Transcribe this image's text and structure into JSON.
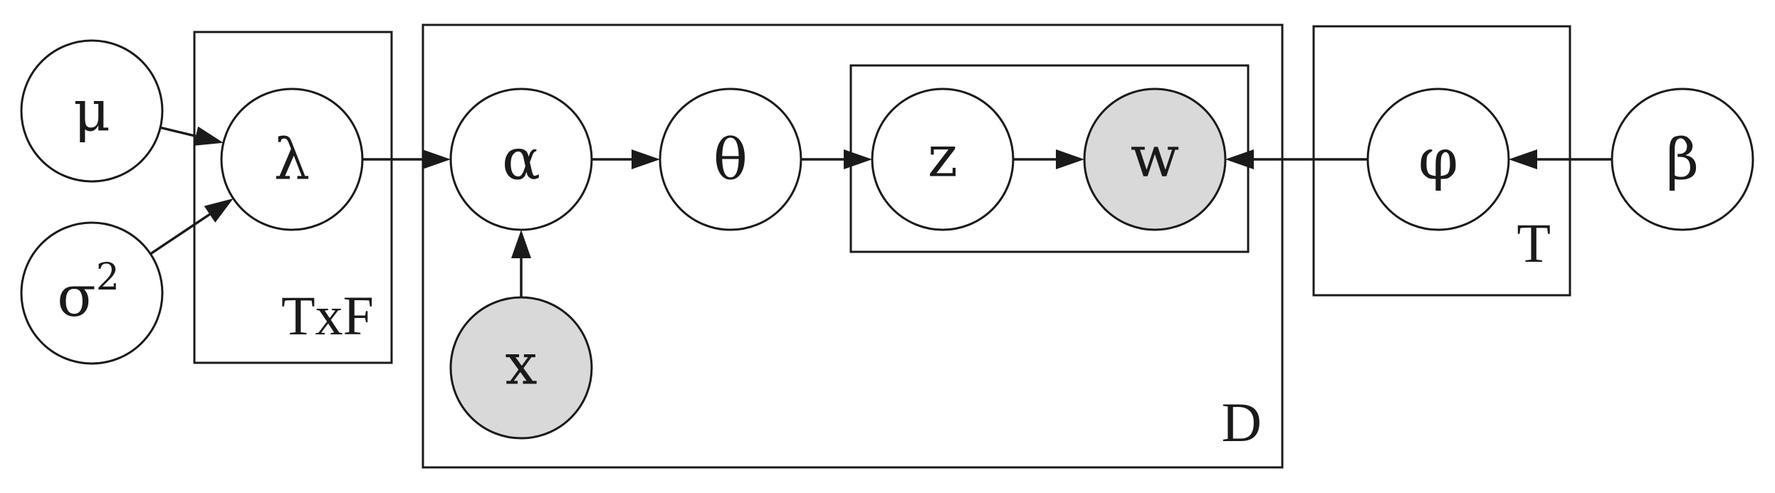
{
  "nodes": {
    "mu": {
      "label": "μ",
      "observed": false
    },
    "sigma2": {
      "label": "σ",
      "superscript": "2",
      "observed": false
    },
    "lambda": {
      "label": "λ",
      "observed": false
    },
    "alpha": {
      "label": "α",
      "observed": false
    },
    "x": {
      "label": "x",
      "observed": true
    },
    "theta": {
      "label": "θ",
      "observed": false
    },
    "z": {
      "label": "z",
      "observed": false
    },
    "w": {
      "label": "w",
      "observed": true
    },
    "phi": {
      "label": "φ",
      "observed": false
    },
    "beta": {
      "label": "β",
      "observed": false
    }
  },
  "plates": {
    "txf": {
      "label": "TxF"
    },
    "d": {
      "label": "D"
    },
    "t": {
      "label": "T"
    }
  },
  "edges": [
    {
      "from": "mu",
      "to": "lambda"
    },
    {
      "from": "sigma2",
      "to": "lambda"
    },
    {
      "from": "lambda",
      "to": "alpha"
    },
    {
      "from": "x",
      "to": "alpha"
    },
    {
      "from": "alpha",
      "to": "theta"
    },
    {
      "from": "theta",
      "to": "z"
    },
    {
      "from": "z",
      "to": "w"
    },
    {
      "from": "phi",
      "to": "w"
    },
    {
      "from": "beta",
      "to": "phi"
    }
  ],
  "colors": {
    "observed_fill": "#d9d9d9",
    "latent_fill": "#ffffff",
    "stroke": "#1a1a1a"
  }
}
